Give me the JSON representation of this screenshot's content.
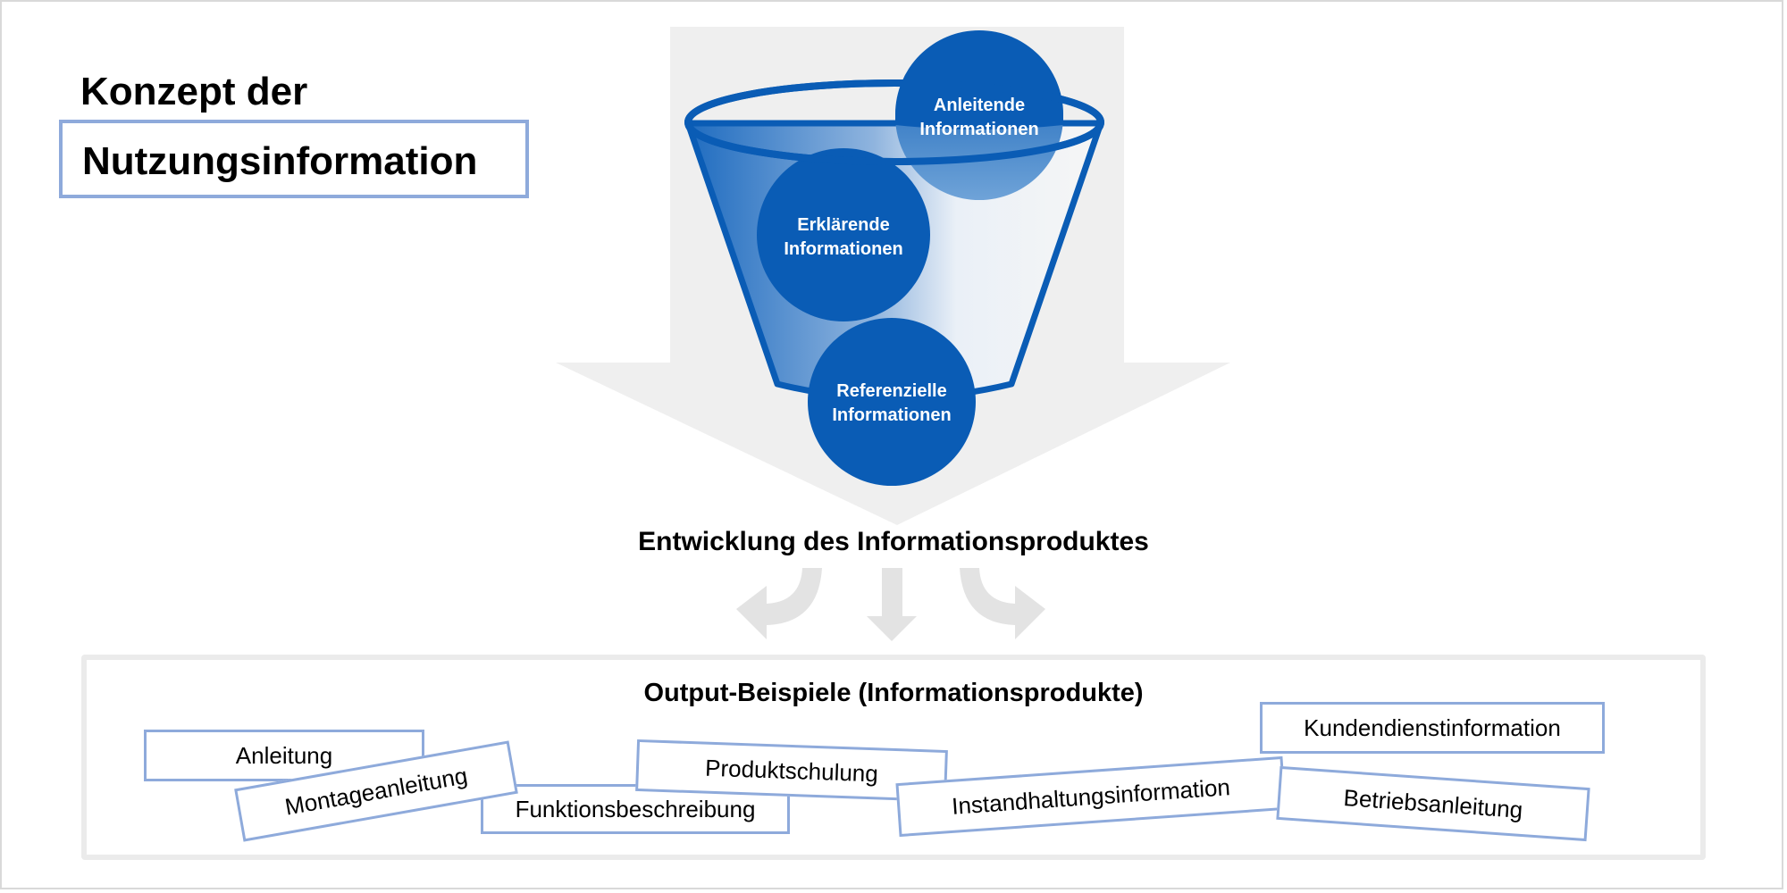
{
  "title": {
    "line1": "Konzept der",
    "line2": "Nutzungsinformation"
  },
  "funnel": {
    "circles": [
      {
        "label_line1": "Anleitende",
        "label_line2": "Informationen"
      },
      {
        "label_line1": "Erklärende",
        "label_line2": "Informationen"
      },
      {
        "label_line1": "Referenzielle",
        "label_line2": "Informationen"
      }
    ]
  },
  "subtitle": "Entwicklung des Informationsproduktes",
  "output": {
    "title": "Output-Beispiele (Informationsprodukte)",
    "items": [
      "Anleitung",
      "Montageanleitung",
      "Funktionsbeschreibung",
      "Produktschulung",
      "Instandhaltungsinformation",
      "Kundendienstinformation",
      "Betriebsanleitung"
    ]
  },
  "colors": {
    "blue_dark": "#0a5cb5",
    "blue_border": "#8eaadb",
    "arrow_grey": "#efefef",
    "small_arrow_grey": "#e3e3e3"
  }
}
